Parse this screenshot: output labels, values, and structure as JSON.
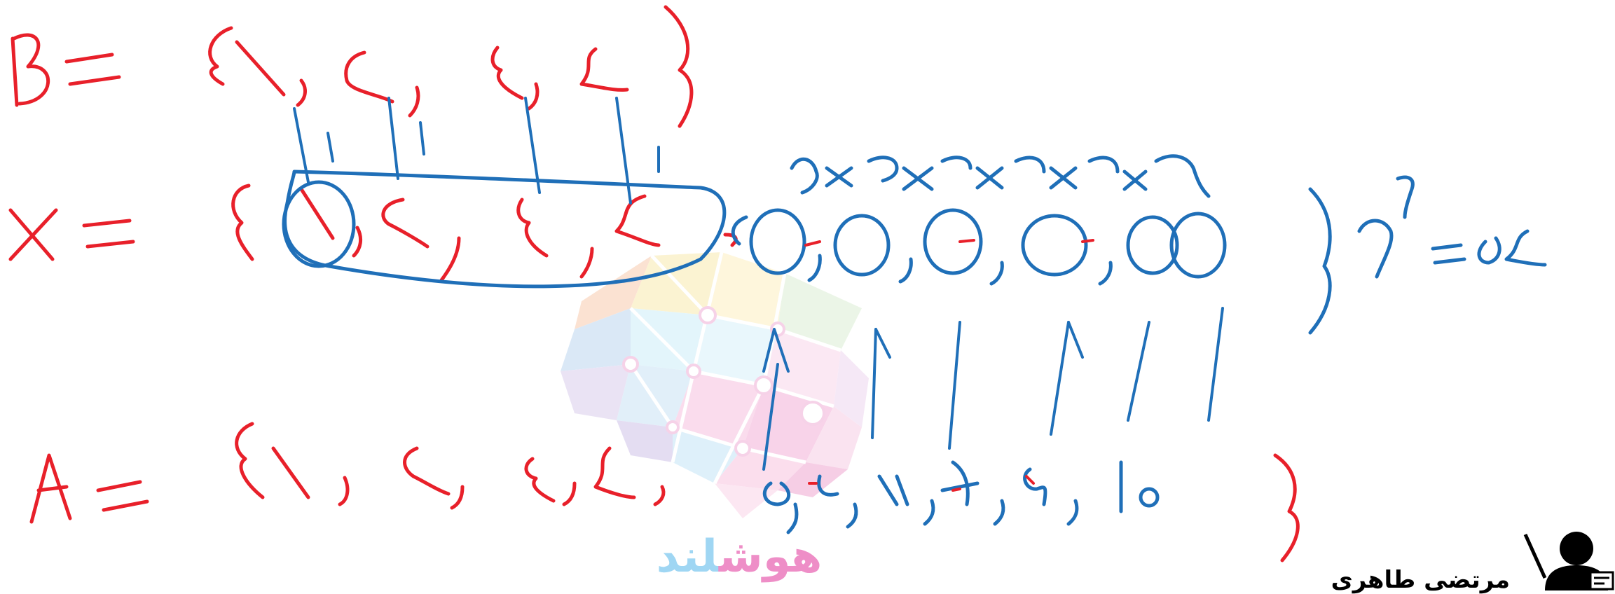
{
  "watermark": {
    "brand_main": "هوش",
    "brand_accent": "لند",
    "colors": {
      "pink": "#ee8ec7",
      "blue": "#9fd6f3",
      "yellow": "#f7e08a",
      "orange": "#f5b48a",
      "purple": "#c9b6e4"
    },
    "icon": "brain-network-logo"
  },
  "author": {
    "name": "مرتضی طاهری",
    "icon": "teacher-at-board-icon"
  },
  "ink_colors": {
    "red": "#e8202a",
    "blue": "#1f6fb8"
  }
}
